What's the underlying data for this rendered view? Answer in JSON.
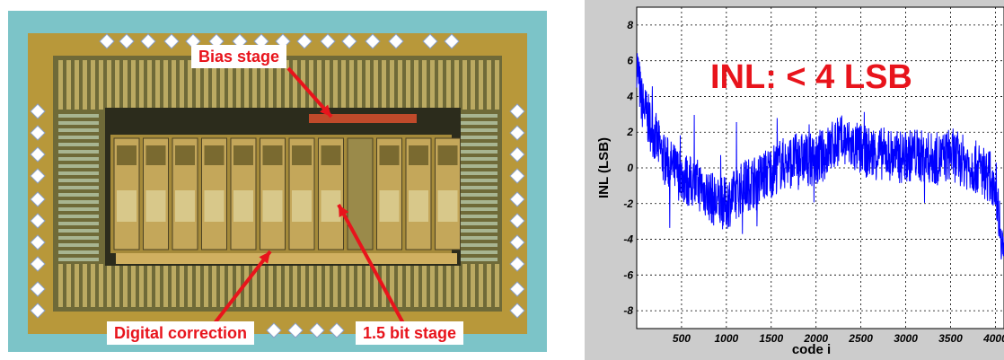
{
  "die_photo": {
    "background_color": "#7cc4c8",
    "callouts": {
      "bias_stage": "Bias stage",
      "digital_correction": "Digital correction",
      "bit_stage": "1.5 bit stage"
    },
    "callout_color": "#e8141c"
  },
  "chart_data": {
    "type": "line",
    "title": "",
    "annotation": "INL: < 4 LSB",
    "xlabel": "code i",
    "ylabel": "INL (LSB)",
    "xlim": [
      0,
      4096
    ],
    "ylim": [
      -9,
      9
    ],
    "xticks": [
      500,
      1000,
      1500,
      2000,
      2500,
      3000,
      3500,
      4000
    ],
    "yticks": [
      -8,
      -6,
      -4,
      -2,
      0,
      2,
      4,
      6,
      8
    ],
    "grid": true,
    "line_color": "#0000ff",
    "series": [
      {
        "x": [
          0,
          50,
          120,
          200,
          300,
          400,
          500,
          600,
          700,
          800,
          900,
          1000,
          1100,
          1200,
          1300,
          1400,
          1500,
          1600,
          1700,
          1800,
          1900,
          2000,
          2100,
          2200,
          2300,
          2400,
          2500,
          2600,
          2700,
          2800,
          2900,
          3000,
          3100,
          3200,
          3300,
          3400,
          3500,
          3600,
          3700,
          3800,
          3900,
          4000,
          4096
        ],
        "y": [
          6,
          3.8,
          2.8,
          1.8,
          0.5,
          0,
          -0.5,
          -0.8,
          -1,
          -1.5,
          -2,
          -2,
          -1.5,
          -1,
          -0.8,
          -0.5,
          -0.2,
          0.2,
          0.3,
          0.5,
          0.5,
          0.3,
          0.8,
          1.3,
          1.5,
          1.2,
          1,
          0.8,
          0.8,
          0.8,
          0.6,
          0.6,
          0.8,
          0.6,
          0.5,
          0.5,
          0.8,
          0.5,
          0.2,
          0,
          -0.3,
          -0.8,
          -5
        ]
      }
    ]
  }
}
